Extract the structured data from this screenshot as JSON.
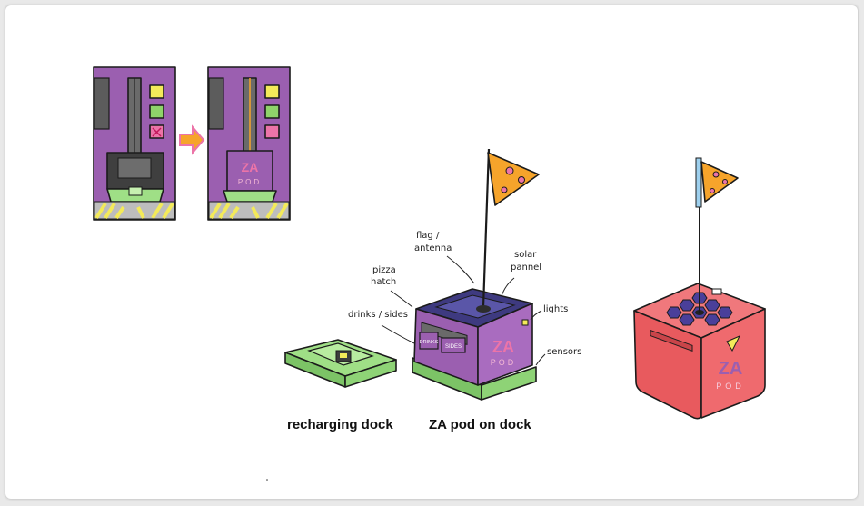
{
  "labels": {
    "flag_antenna": [
      "flag /",
      "antenna"
    ],
    "solar_pannel": [
      "solar",
      "pannel"
    ],
    "pizza_hatch": [
      "pizza",
      "hatch"
    ],
    "drinks_sides": "drinks / sides",
    "lights": "lights",
    "sensors": "sensors"
  },
  "pod_text": {
    "za": "ZA",
    "pod": "POD",
    "drinks_panel": "DRINKS",
    "sides_panel": "SIDES"
  },
  "captions": {
    "dock": "recharging dock",
    "pod_on_dock": "ZA pod on dock"
  },
  "colors": {
    "purple": "#9b5fb0",
    "green": "#9fdf86",
    "yellow": "#f3ea5a",
    "red": "#e85a5e",
    "orange": "#f6a42b",
    "pink": "#ec74a8"
  }
}
